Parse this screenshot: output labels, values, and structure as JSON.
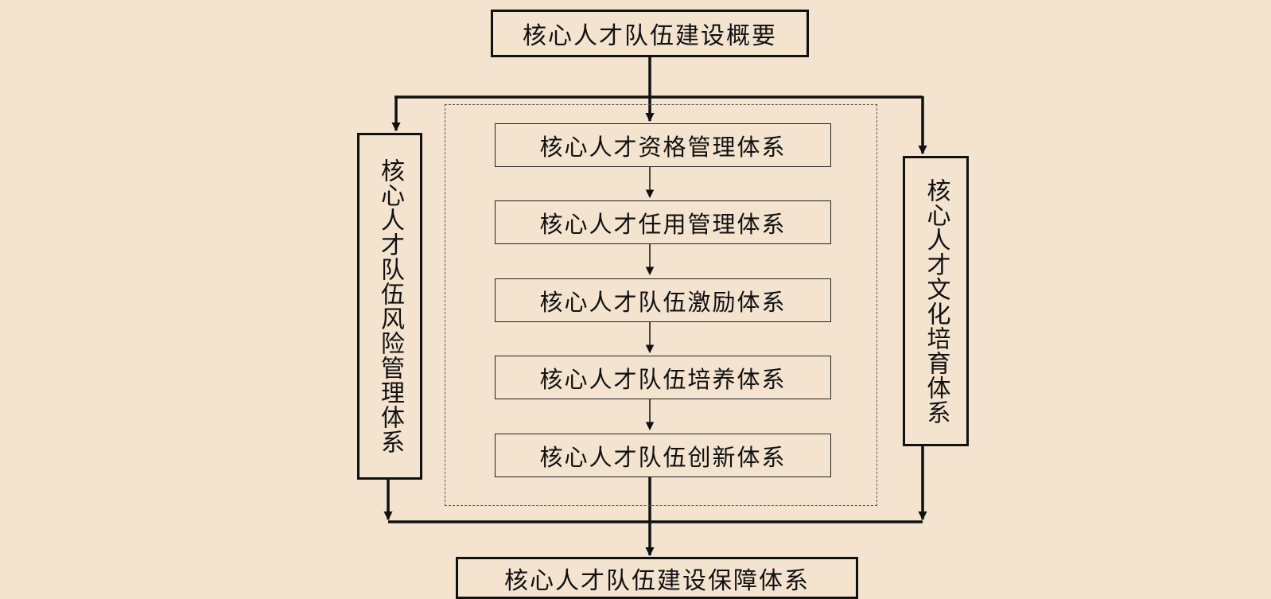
{
  "diagram": {
    "top_box": "核心人才队伍建设概要",
    "center_boxes": [
      "核心人才资格管理体系",
      "核心人才任用管理体系",
      "核心人才队伍激励体系",
      "核心人才队伍培养体系",
      "核心人才队伍创新体系"
    ],
    "left_box": "核心人才队伍风险管理体系",
    "right_box": "核心人才文化培育体系",
    "bottom_box": "核心人才队伍建设保障体系"
  },
  "colors": {
    "background": "#f3e3cf",
    "line": "#111111",
    "dashed_frame": "#555555"
  }
}
